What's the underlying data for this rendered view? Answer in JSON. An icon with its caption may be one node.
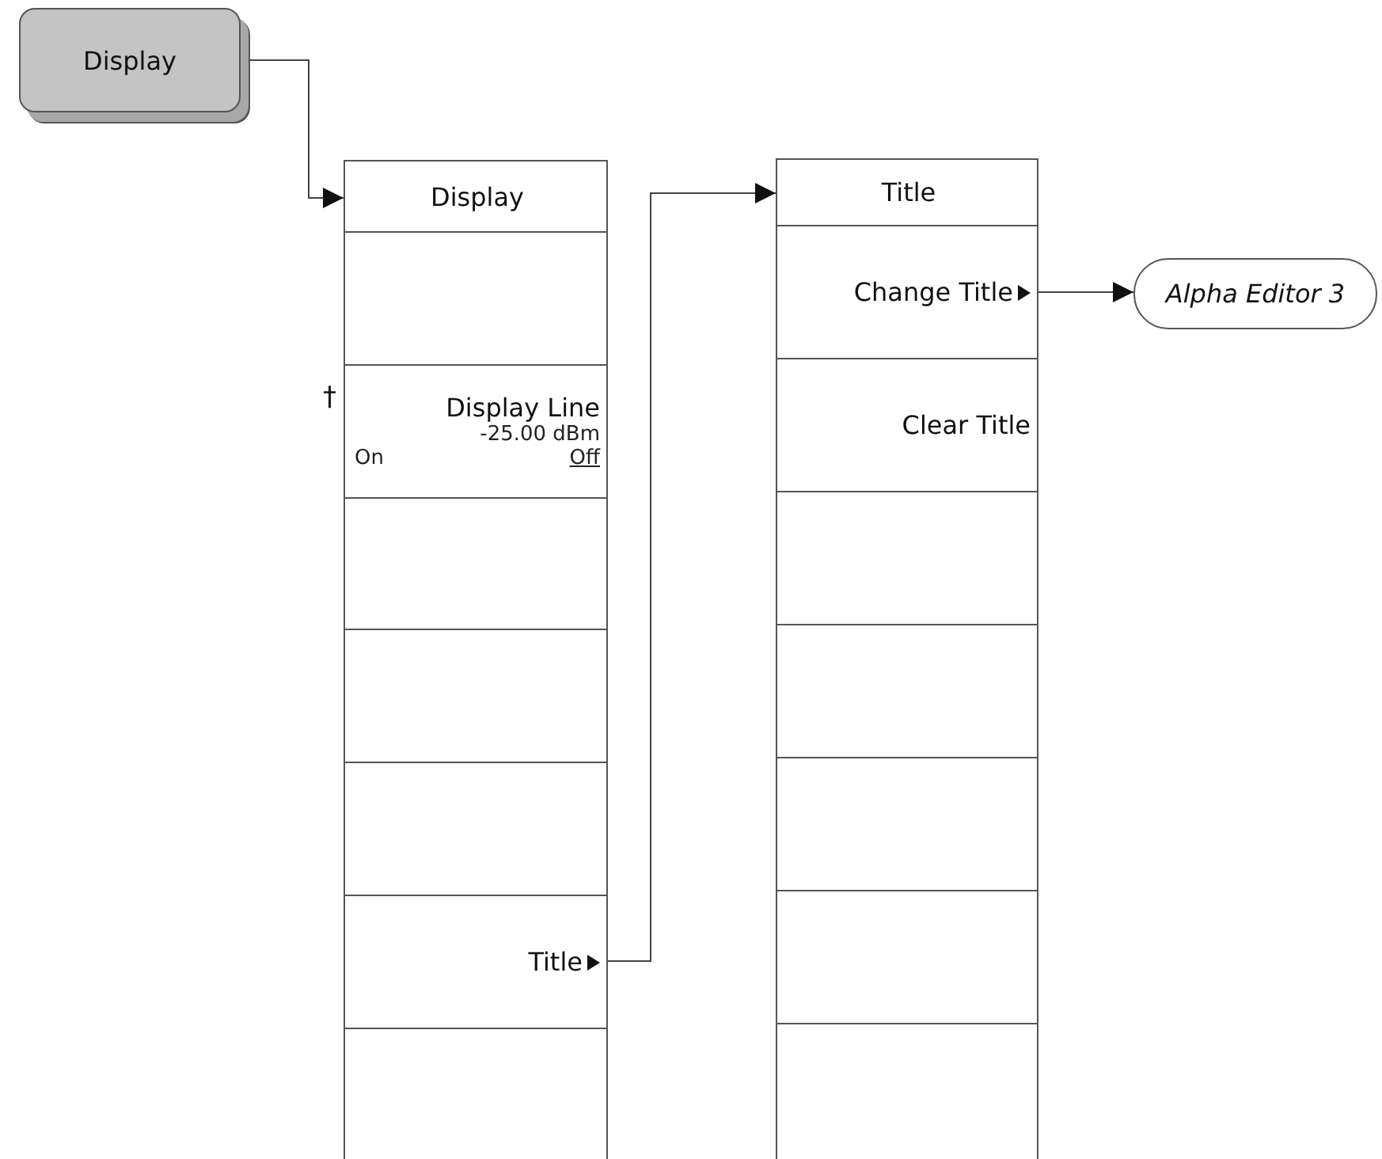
{
  "diagram": {
    "nodes": [
      {
        "text": [
          "Display"
        ]
      },
      {
        "text": [
          "Display"
        ]
      },
      {
        "text": [],
        "shape": "box"
      },
      {
        "text": [
          "Display Line",
          "-25.00 dBm",
          "On",
          "Off"
        ],
        "beside": [
          "†"
        ]
      },
      {
        "text": [],
        "shape": "box"
      },
      {
        "text": [],
        "shape": "box"
      },
      {
        "text": [],
        "shape": "box"
      },
      {
        "text": [
          "Title"
        ]
      },
      {
        "text": [],
        "shape": "box"
      },
      {
        "text": [
          "Title"
        ]
      },
      {
        "text": [
          "Change Title"
        ]
      },
      {
        "text": [
          "Clear Title"
        ]
      },
      {
        "text": [],
        "shape": "box"
      },
      {
        "text": [],
        "shape": "box"
      },
      {
        "text": [],
        "shape": "box"
      },
      {
        "text": [],
        "shape": "box"
      },
      {
        "text": [],
        "shape": "box"
      },
      {
        "text": [
          "Alpha Editor 3"
        ]
      }
    ],
    "edges": [
      {
        "from": 0,
        "to": 1,
        "arrow": "to"
      },
      {
        "from": 7,
        "to": 9,
        "arrow": "to"
      },
      {
        "from": 10,
        "to": 17,
        "arrow": "to"
      }
    ]
  }
}
